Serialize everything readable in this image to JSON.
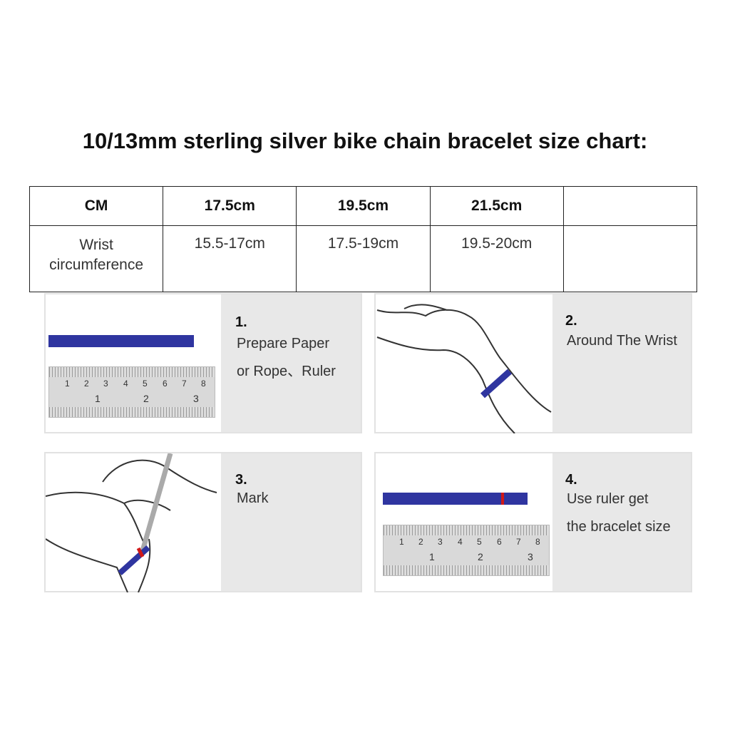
{
  "title": "10/13mm sterling silver bike chain bracelet size chart:",
  "table": {
    "header": [
      "CM",
      "17.5cm",
      "19.5cm",
      "21.5cm",
      ""
    ],
    "row": [
      "Wrist circumference",
      "15.5-17cm",
      "17.5-19cm",
      "19.5-20cm",
      ""
    ]
  },
  "steps": [
    {
      "num": "1.",
      "lines": [
        "Prepare Paper",
        "or  Rope、Ruler"
      ]
    },
    {
      "num": "2.",
      "lines": [
        "Around The Wrist"
      ]
    },
    {
      "num": "3.",
      "lines": [
        "Mark"
      ]
    },
    {
      "num": "4.",
      "lines": [
        "Use ruler get",
        "the bracelet size"
      ]
    }
  ],
  "ruler": {
    "cm": [
      "1",
      "2",
      "3",
      "4",
      "5",
      "6",
      "7",
      "8"
    ],
    "inch": [
      "1",
      "2",
      "3"
    ]
  },
  "colors": {
    "band": "#2f35a0",
    "mark": "#d01818",
    "panel_gray": "#e8e8e8"
  }
}
